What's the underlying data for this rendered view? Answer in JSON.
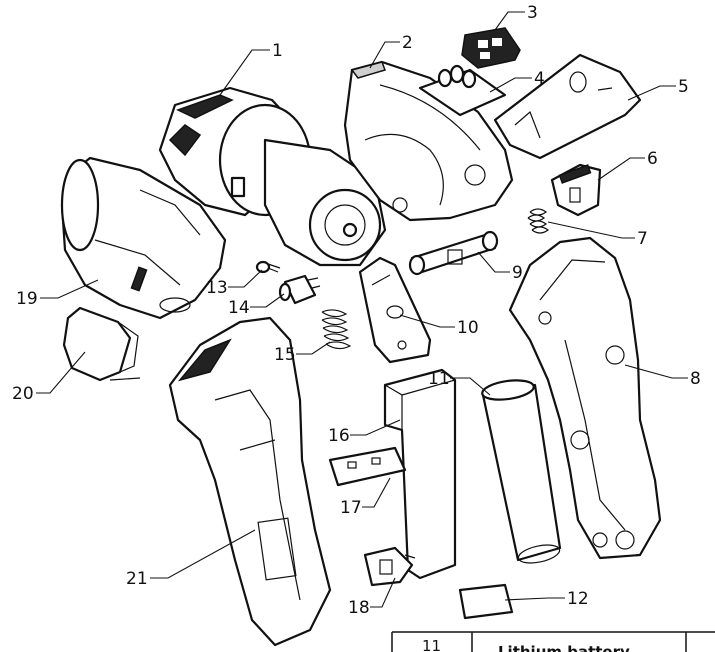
{
  "callouts": [
    "1",
    "2",
    "3",
    "4",
    "5",
    "6",
    "7",
    "8",
    "9",
    "10",
    "11",
    "12",
    "13",
    "14",
    "15",
    "16",
    "17",
    "18",
    "19",
    "20",
    "21"
  ],
  "table": {
    "row": {
      "number": "11",
      "description": "Lithium battery"
    }
  }
}
